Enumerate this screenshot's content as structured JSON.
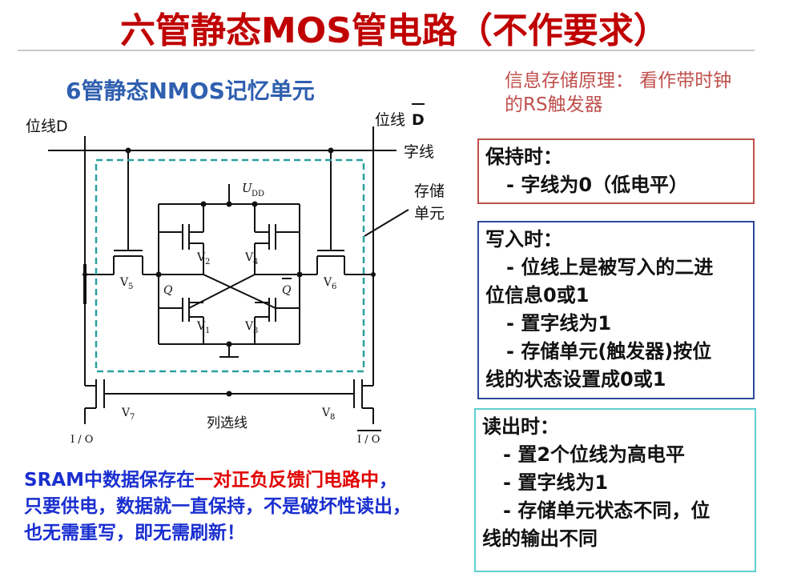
{
  "title": "六管静态MOS管电路（不作要求）",
  "subtitle": "6管静态NMOS记忆单元",
  "principle": "信息存储原理： 看作带时钟的RS触发器",
  "diagram": {
    "bitline_d": "位线D",
    "bitline_d_prefix": "位线",
    "bitline_d_letter": "D",
    "word_line": "字线",
    "storage_cell_1": "存储",
    "storage_cell_2": "单元",
    "udd": "U",
    "udd_sub": "DD",
    "v1": "V",
    "v1_sub": "1",
    "v2": "V",
    "v2_sub": "2",
    "v3": "V",
    "v3_sub": "3",
    "v4": "V",
    "v4_sub": "4",
    "v5": "V",
    "v5_sub": "5",
    "v6": "V",
    "v6_sub": "6",
    "v7": "V",
    "v7_sub": "7",
    "v8": "V",
    "v8_sub": "8",
    "q": "Q",
    "q_bar": "Q",
    "column_select": "列选线",
    "io": "I / O",
    "io_bar": "I / O"
  },
  "hold": {
    "heading": "保持时：",
    "items": [
      "- 字线为0（低电平）"
    ]
  },
  "write": {
    "heading": "写入时：",
    "lines": [
      "- 位线上是被写入的二进",
      "位信息0或1",
      "- 置字线为1",
      "- 存储单元(触发器)按位",
      "线的状态设置成0或1"
    ]
  },
  "read": {
    "heading": "读出时：",
    "lines": [
      "- 置2个位线为高电平",
      "- 置字线为1",
      "- 存储单元状态不同，位",
      "线的输出不同"
    ]
  },
  "note": {
    "line1_a": "SRAM中数据保存在",
    "line1_b": "一对正负反馈门电路中",
    "line1_c": "，",
    "line2": "只要供电，数据就一直保持，不是破坏性读出，",
    "line3": "也无需重写，即无需刷新！"
  },
  "colors": {
    "title": "#c00000",
    "subtitle": "#2f5faf",
    "principle": "#c0504d",
    "hold_border": "#c0504d",
    "write_border": "#2e4a9a",
    "read_border": "#5fcfcf",
    "note": "#1a2fd0",
    "note_highlight": "#e00000",
    "cell_dash": "#2aa0a0"
  }
}
